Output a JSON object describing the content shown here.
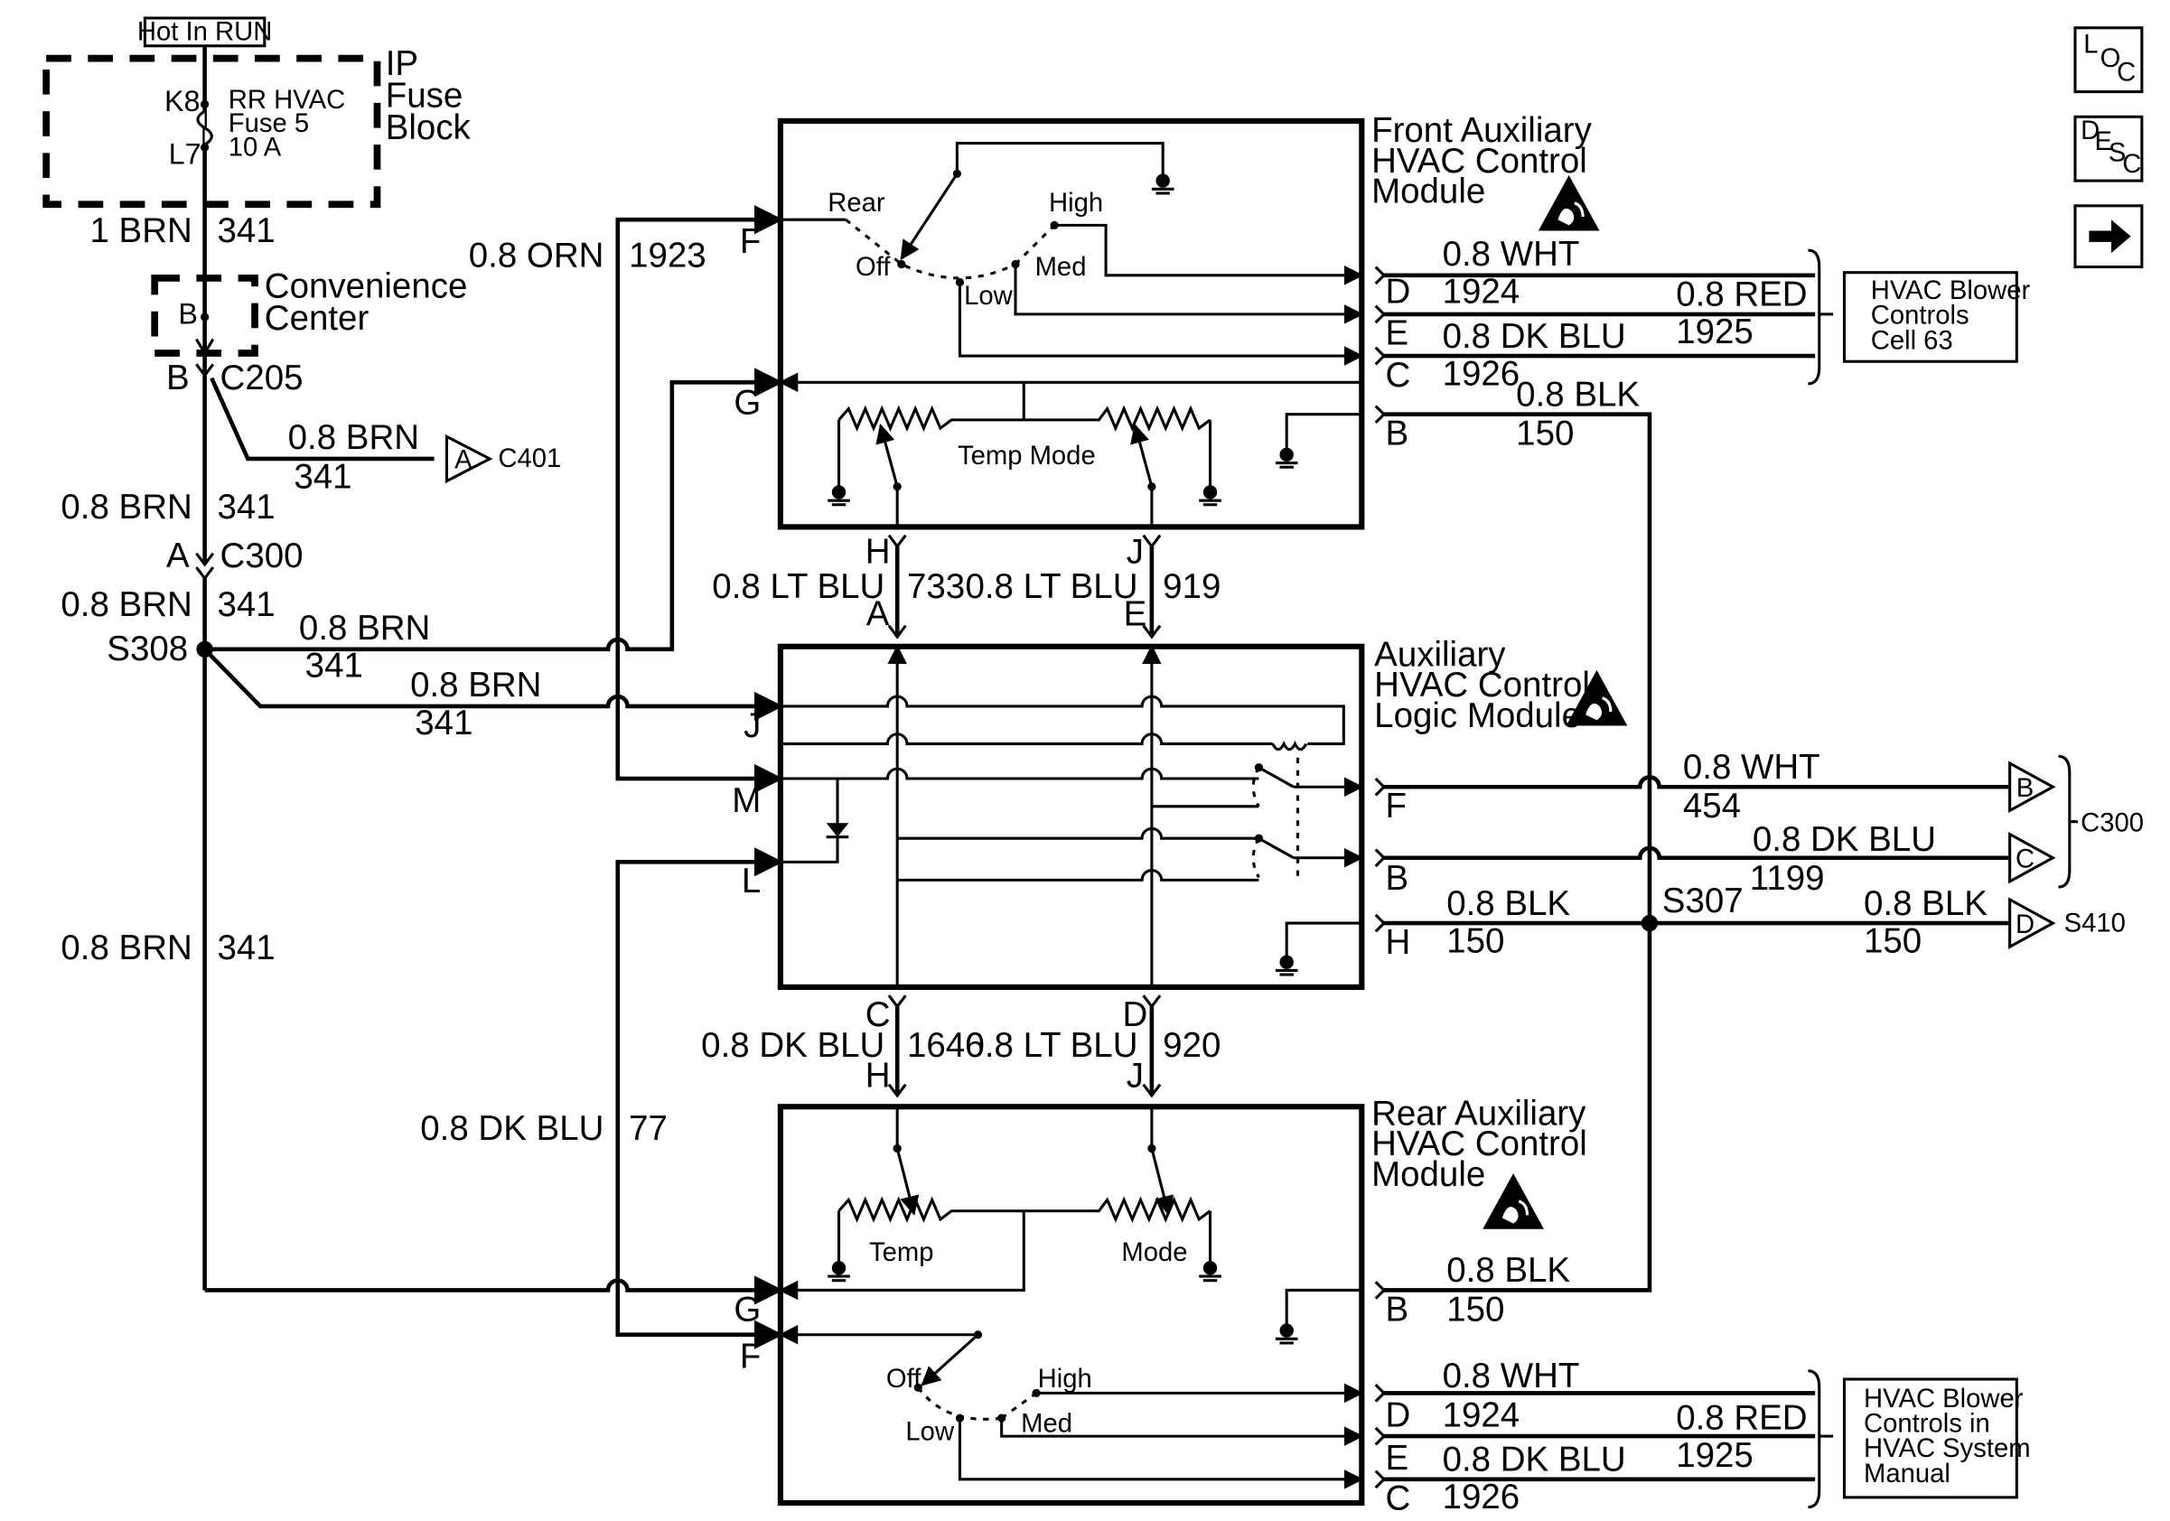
{
  "hot_in_run": "Hot In RUN",
  "ip_fuse_block": {
    "line1": "IP",
    "line2": "Fuse",
    "line3": "Block",
    "fuse_name1": "RR HVAC",
    "fuse_name2": "Fuse 5",
    "fuse_rating": "10 A",
    "pin_top": "K8",
    "pin_bottom": "L7"
  },
  "convenience_center": {
    "line1": "Convenience",
    "line2": "Center",
    "pin": "B"
  },
  "connectors": {
    "c205": "C205",
    "c205_pin": "B",
    "c300": "C300",
    "c300_pin": "A",
    "c401": "C401",
    "c401_pin": "A",
    "c300_right": "C300",
    "s410": "S410",
    "arrow_b": "B",
    "arrow_c": "C",
    "arrow_d": "D"
  },
  "splices": {
    "s308": "S308",
    "s307": "S307"
  },
  "wires": {
    "brn_top_color": "1 BRN",
    "brn_top_num": "341",
    "brn_c401_color": "0.8 BRN",
    "brn_c401_num": "341",
    "brn_a_color": "0.8 BRN",
    "brn_a_num": "341",
    "brn_b_color": "0.8 BRN",
    "brn_b_num": "341",
    "brn_s1_color": "0.8 BRN",
    "brn_s1_num": "341",
    "brn_s2_color": "0.8 BRN",
    "brn_s2_num": "341",
    "brn_long_color": "0.8 BRN",
    "brn_long_num": "341",
    "orn_color": "0.8 ORN",
    "orn_num": "1923",
    "ltblu733_color": "0.8 LT BLU",
    "ltblu733_num": "733",
    "ltblu919_color": "0.8 LT BLU",
    "ltblu919_num": "919",
    "dkblu1646_color": "0.8 DK BLU",
    "dkblu1646_num": "1646",
    "ltblu920_color": "0.8 LT BLU",
    "ltblu920_num": "920",
    "dkblu77_color": "0.8 DK BLU",
    "dkblu77_num": "77",
    "f_wht_color": "0.8 WHT",
    "f_wht_num": "1924",
    "f_red_color": "0.8 RED",
    "f_red_num": "1925",
    "f_dkblu_color": "0.8 DK BLU",
    "f_dkblu_num": "1926",
    "f_blk_color": "0.8 BLK",
    "f_blk_num": "150",
    "l_wht_color": "0.8 WHT",
    "l_wht_num": "454",
    "l_dkblu_color": "0.8 DK BLU",
    "l_dkblu_num": "1199",
    "l_blk_color": "0.8 BLK",
    "l_blk_num": "150",
    "s410_blk_color": "0.8 BLK",
    "s410_blk_num": "150",
    "r_blk_color": "0.8 BLK",
    "r_blk_num": "150",
    "r_wht_color": "0.8 WHT",
    "r_wht_num": "1924",
    "r_red_color": "0.8 RED",
    "r_red_num": "1925",
    "r_dkblu_color": "0.8 DK BLU",
    "r_dkblu_num": "1926"
  },
  "front_module": {
    "title1": "Front Auxiliary",
    "title2": "HVAC Control",
    "title3": "Module",
    "switch": {
      "rear": "Rear",
      "off": "Off",
      "low": "Low",
      "med": "Med",
      "high": "High"
    },
    "temp_mode": "Temp Mode",
    "pins": {
      "f": "F",
      "g": "G",
      "h": "H",
      "j": "J",
      "d": "D",
      "e": "E",
      "c": "C",
      "b": "B"
    }
  },
  "logic_module": {
    "title1": "Auxiliary",
    "title2": "HVAC Control",
    "title3": "Logic Module",
    "pins": {
      "a": "A",
      "e": "E",
      "c": "C",
      "d": "D",
      "j": "J",
      "m": "M",
      "l": "L",
      "f": "F",
      "b": "B",
      "h": "H"
    }
  },
  "rear_module": {
    "title1": "Rear Auxiliary",
    "title2": "HVAC Control",
    "title3": "Module",
    "temp": "Temp",
    "mode": "Mode",
    "switch": {
      "off": "Off",
      "low": "Low",
      "med": "Med",
      "high": "High"
    },
    "pins": {
      "h": "H",
      "j": "J",
      "g": "G",
      "f": "F",
      "b": "B",
      "d": "D",
      "e": "E",
      "c": "C"
    }
  },
  "ref_boxes": {
    "front_line1": "HVAC Blower",
    "front_line2": "Controls",
    "front_line3": "Cell 63",
    "rear_line1": "HVAC Blower",
    "rear_line2": "Controls in",
    "rear_line3": "HVAC System",
    "rear_line4": "Manual"
  },
  "nav": {
    "loc_l": "L",
    "loc_o": "O",
    "loc_c": "C",
    "desc_d": "D",
    "desc_e": "E",
    "desc_s": "S",
    "desc_c": "C"
  }
}
